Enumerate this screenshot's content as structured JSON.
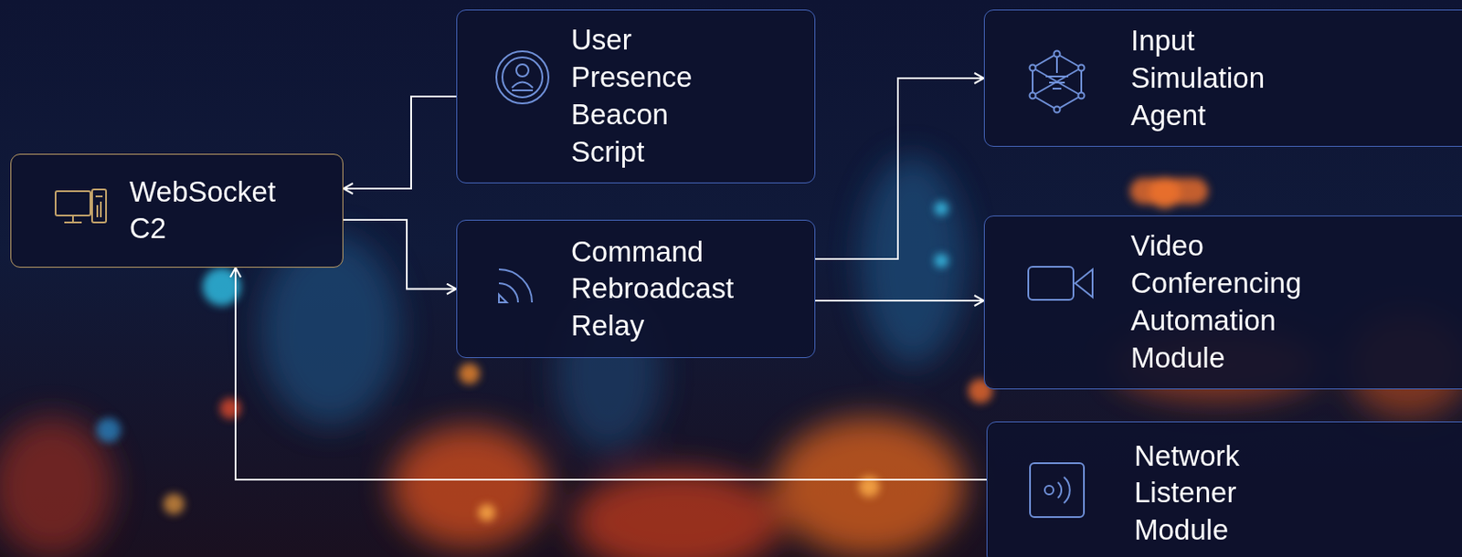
{
  "diagram": {
    "nodes": [
      {
        "text": [
          "WebSocket C2"
        ]
      },
      {
        "text": [
          "User Presence Beacon Script"
        ]
      },
      {
        "text": [
          "Command Rebroadcast Relay"
        ]
      },
      {
        "text": [
          "Input Simulation Agent"
        ]
      },
      {
        "text": [
          "Video Conferencing Automation Module"
        ]
      },
      {
        "text": [
          "Network Listener Module"
        ]
      }
    ],
    "edges": [
      {
        "from": 1,
        "to": 0,
        "arrow": "to"
      },
      {
        "from": 0,
        "to": 2,
        "arrow": "to"
      },
      {
        "from": 2,
        "to": 3,
        "arrow": "to"
      },
      {
        "from": 2,
        "to": 4,
        "arrow": "to"
      },
      {
        "from": 5,
        "to": 0,
        "arrow": "to"
      }
    ]
  }
}
